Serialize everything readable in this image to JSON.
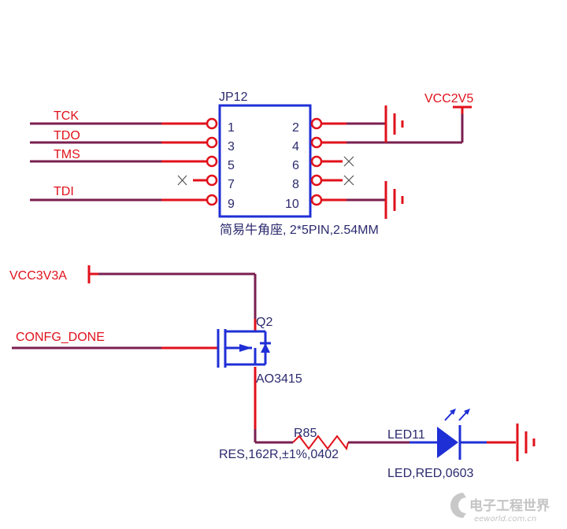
{
  "connector": {
    "ref": "JP12",
    "description": "简易牛角座, 2*5PIN,2.54MM",
    "pins_left": [
      "1",
      "3",
      "5",
      "7",
      "9"
    ],
    "pins_right": [
      "2",
      "4",
      "6",
      "8",
      "10"
    ]
  },
  "nets": {
    "tck": "TCK",
    "tdo": "TDO",
    "tms": "TMS",
    "tdi": "TDI",
    "vcc2v5": "VCC2V5",
    "vcc3v3a": "VCC3V3A",
    "confg_done": "CONFG_DONE"
  },
  "transistor": {
    "ref": "Q2",
    "part": "AO3415"
  },
  "resistor": {
    "ref": "R85",
    "value": "RES,162R,±1%,0402"
  },
  "led": {
    "ref": "LED11",
    "value": "LED,RED,0603"
  },
  "watermark": {
    "cn": "电子工程世界",
    "url": "eeworld.com.cn"
  },
  "colors": {
    "wire": "#7a1f4f",
    "net_label": "#e0111b",
    "component": "#1f2fd6",
    "ref_text": "#2b2a6e"
  }
}
